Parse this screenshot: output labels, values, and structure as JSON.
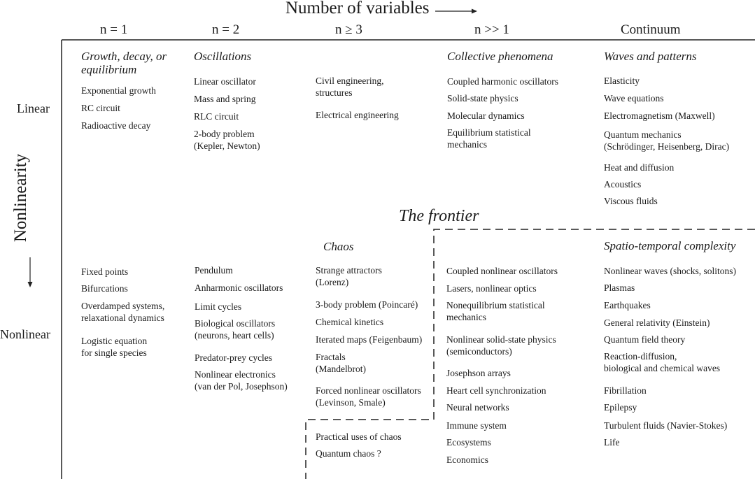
{
  "title": "Number of variables",
  "y_title": "Nonlinearity",
  "columns": [
    {
      "label": "n = 1"
    },
    {
      "label": "n = 2"
    },
    {
      "label": "n ≥ 3"
    },
    {
      "label": "n >> 1"
    },
    {
      "label": "Continuum"
    }
  ],
  "rows": {
    "linear": "Linear",
    "nonlinear": "Nonlinear"
  },
  "frontier": "The frontier",
  "linear": {
    "c1": {
      "heading": "Growth, decay, or\nequilibrium",
      "items": [
        "Exponential growth",
        "RC circuit",
        "Radioactive decay"
      ]
    },
    "c2": {
      "heading": "Oscillations",
      "items": [
        "Linear oscillator",
        "Mass and spring",
        "RLC circuit",
        "2-body problem\n(Kepler, Newton)"
      ]
    },
    "c3": {
      "items": [
        "Civil engineering,\nstructures",
        "Electrical engineering"
      ]
    },
    "c4": {
      "heading": "Collective phenomena",
      "items": [
        "Coupled harmonic oscillators",
        "Solid-state physics",
        "Molecular dynamics",
        "Equilibrium statistical\nmechanics"
      ]
    },
    "c5": {
      "heading": "Waves and patterns",
      "items": [
        "Elasticity",
        "Wave equations",
        "Electromagnetism (Maxwell)",
        "Quantum mechanics\n(Schrödinger, Heisenberg, Dirac)",
        "Heat and diffusion",
        "Acoustics",
        "Viscous fluids"
      ]
    }
  },
  "nonlinear": {
    "c1": {
      "items": [
        "Fixed points",
        "Bifurcations",
        "Overdamped systems,\nrelaxational dynamics",
        "Logistic equation\nfor single species"
      ]
    },
    "c2": {
      "items": [
        "Pendulum",
        "Anharmonic oscillators",
        "Limit cycles",
        "Biological oscillators\n(neurons, heart cells)",
        "Predator-prey cycles",
        "Nonlinear electronics\n(van der Pol, Josephson)"
      ]
    },
    "c3": {
      "heading": "Chaos",
      "items": [
        "Strange attractors\n(Lorenz)",
        "3-body problem (Poincaré)",
        "Chemical kinetics",
        "Iterated maps (Feigenbaum)",
        "Fractals\n(Mandelbrot)",
        "Forced nonlinear oscillators\n(Levinson, Smale)",
        "Practical uses of chaos",
        "Quantum chaos ?"
      ]
    },
    "c4": {
      "items": [
        "Coupled nonlinear oscillators",
        "Lasers, nonlinear optics",
        "Nonequilibrium statistical\nmechanics",
        "Nonlinear solid-state physics\n(semiconductors)",
        "Josephson arrays",
        "Heart cell synchronization",
        "Neural networks",
        "Immune system",
        "Ecosystems",
        "Economics"
      ]
    },
    "c5": {
      "heading": "Spatio-temporal complexity",
      "items": [
        "Nonlinear waves (shocks, solitons)",
        "Plasmas",
        "Earthquakes",
        "General relativity (Einstein)",
        "Quantum field theory",
        "Reaction-diffusion,\nbiological and chemical waves",
        "Fibrillation",
        "Epilepsy",
        "Turbulent fluids (Navier-Stokes)",
        "Life"
      ]
    }
  }
}
